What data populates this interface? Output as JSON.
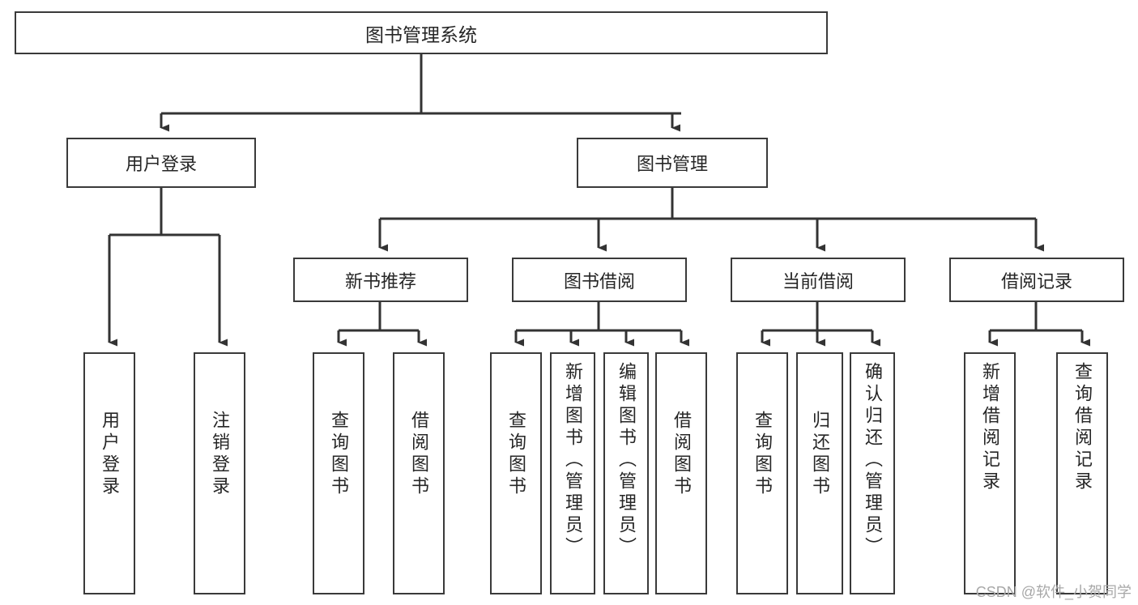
{
  "diagram": {
    "title": "图书管理系统",
    "type": "tree",
    "orientation": "top-down",
    "colors": {
      "box_border": "#3a3a3a",
      "box_fill": "#ffffff",
      "edge": "#333333",
      "text": "#262626",
      "watermark": "#a8a8a8",
      "background": "#ffffff"
    }
  },
  "nodes": {
    "root": {
      "label": "图书管理系统"
    },
    "level2": [
      {
        "id": "user-login",
        "label": "用户登录"
      },
      {
        "id": "book-manage",
        "label": "图书管理"
      }
    ],
    "level3": [
      {
        "id": "new-book-recommend",
        "label": "新书推荐"
      },
      {
        "id": "book-borrow",
        "label": "图书借阅"
      },
      {
        "id": "current-borrow",
        "label": "当前借阅"
      },
      {
        "id": "borrow-record",
        "label": "借阅记录"
      }
    ],
    "leaves": [
      {
        "id": "leaf-user-login",
        "label": "用户登录",
        "parent": "user-login"
      },
      {
        "id": "leaf-user-logout",
        "label": "注销登录",
        "parent": "user-login"
      },
      {
        "id": "leaf-query-book-1",
        "label": "查询图书",
        "parent": "new-book-recommend"
      },
      {
        "id": "leaf-borrow-book-1",
        "label": "借阅图书",
        "parent": "new-book-recommend"
      },
      {
        "id": "leaf-query-book-2",
        "label": "查询图书",
        "parent": "book-borrow"
      },
      {
        "id": "leaf-add-book",
        "label": "新增图书（管理员）",
        "parent": "book-borrow"
      },
      {
        "id": "leaf-edit-book",
        "label": "编辑图书（管理员）",
        "parent": "book-borrow"
      },
      {
        "id": "leaf-borrow-book-2",
        "label": "借阅图书",
        "parent": "book-borrow"
      },
      {
        "id": "leaf-query-book-3",
        "label": "查询图书",
        "parent": "current-borrow"
      },
      {
        "id": "leaf-return-book",
        "label": "归还图书",
        "parent": "current-borrow"
      },
      {
        "id": "leaf-confirm-return",
        "label": "确认归还（管理员）",
        "parent": "current-borrow"
      },
      {
        "id": "leaf-add-record",
        "label": "新增借阅记录",
        "parent": "borrow-record"
      },
      {
        "id": "leaf-query-record",
        "label": "查询借阅记录",
        "parent": "borrow-record"
      }
    ]
  },
  "watermark": {
    "text": "CSDN @软件_小贺同学"
  }
}
